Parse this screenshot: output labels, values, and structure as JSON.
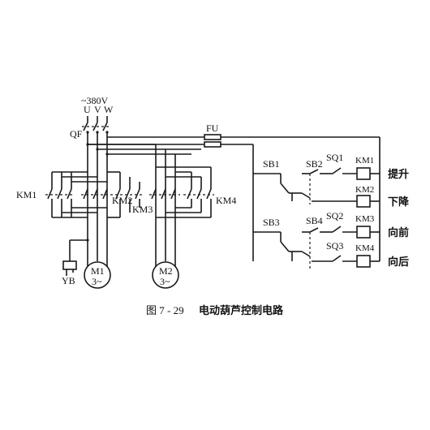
{
  "supply": {
    "voltage": "~380V",
    "phases": [
      "U",
      "V",
      "W"
    ],
    "breaker": "QF",
    "fuse": "FU"
  },
  "contactor_labels": {
    "km1": "KM1",
    "km2": "KM2",
    "km3": "KM3",
    "km4": "KM4"
  },
  "brake": "YB",
  "motors": {
    "m1_name": "M1",
    "m1_phase": "3~",
    "m2_name": "M2",
    "m2_phase": "3~"
  },
  "control": {
    "buttons": {
      "sb1": "SB1",
      "sb2": "SB2",
      "sb3": "SB3",
      "sb4": "SB4"
    },
    "limits": {
      "sq1": "SQ1",
      "sq2": "SQ2",
      "sq3": "SQ3"
    },
    "coils": [
      {
        "label": "KM1",
        "function": "提升"
      },
      {
        "label": "KM2",
        "function": "下降"
      },
      {
        "label": "KM3",
        "function": "向前"
      },
      {
        "label": "KM4",
        "function": "向后"
      }
    ]
  },
  "caption": {
    "figure": "图 7 - 29",
    "title": "电动葫芦控制电路"
  }
}
